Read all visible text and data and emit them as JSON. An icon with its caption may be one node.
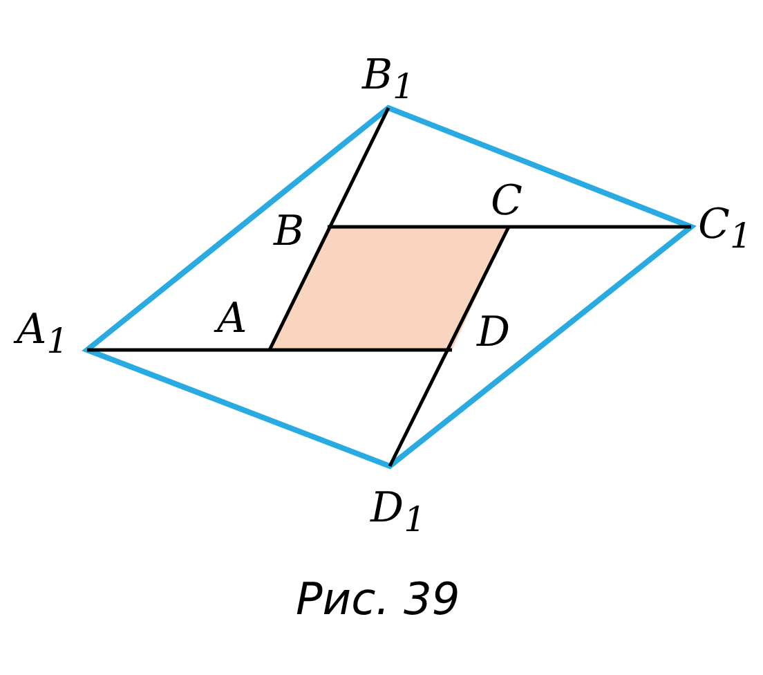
{
  "diagram": {
    "caption": "Рис. 39",
    "labels": [
      "B$_{1}$",
      "B",
      "C",
      "C$_{1}$",
      "A$_{1}$",
      "A",
      "D",
      "D$_{1}$"
    ]
  }
}
